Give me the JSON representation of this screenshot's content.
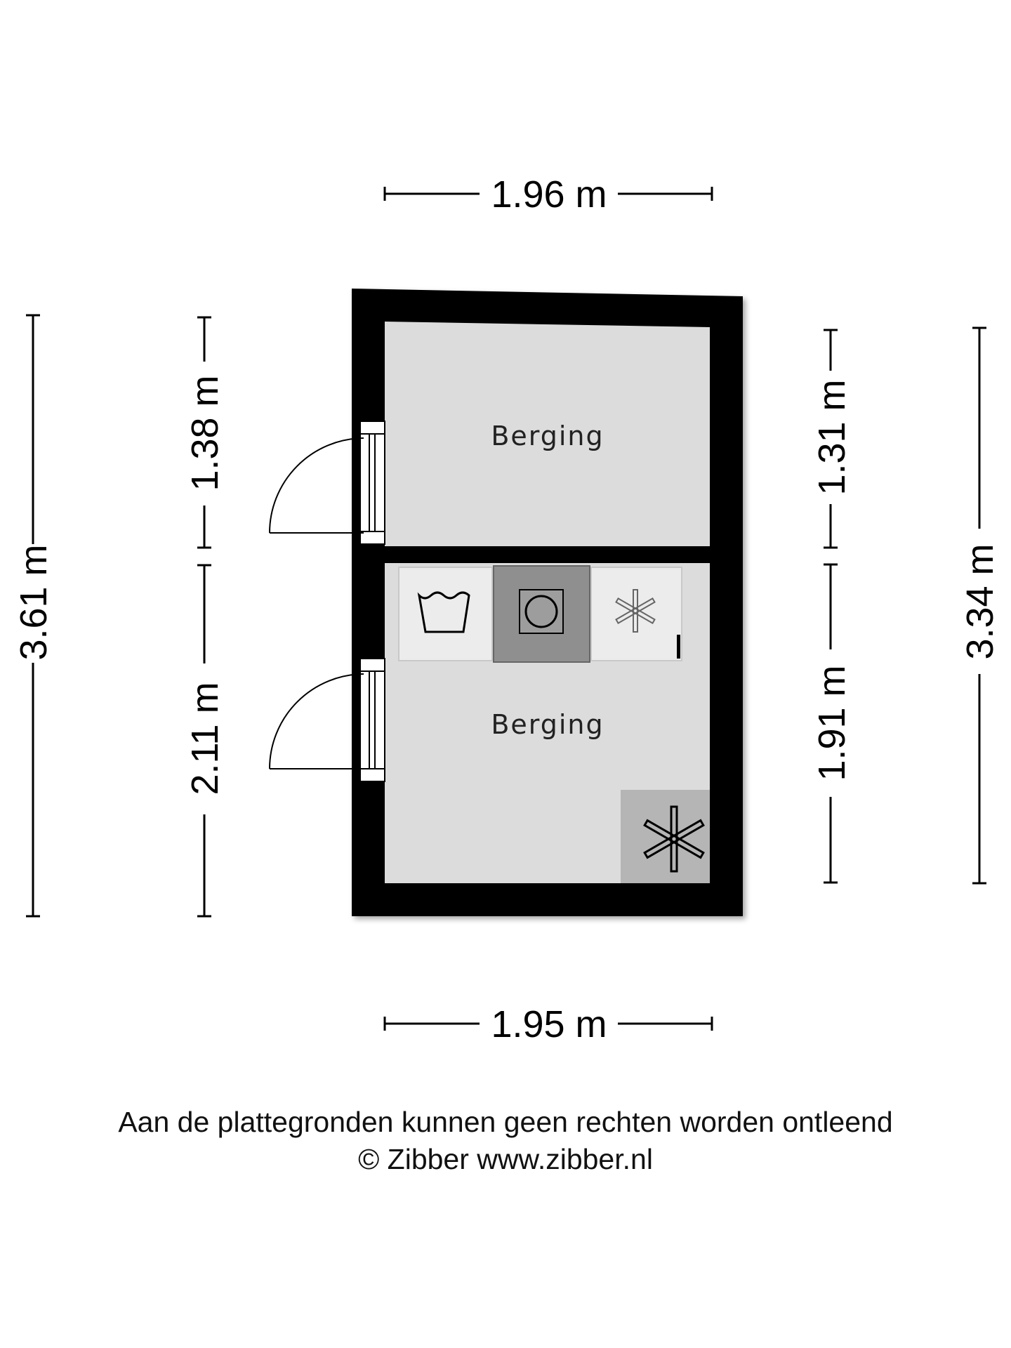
{
  "dimensions": {
    "top_width": "1.96 m",
    "bottom_width": "1.95 m",
    "left_total": "3.61 m",
    "left_upper": "1.38 m",
    "left_lower": "2.11 m",
    "right_upper": "1.31 m",
    "right_lower": "1.91 m",
    "right_total": "3.34 m"
  },
  "rooms": {
    "upper": {
      "label": "Berging"
    },
    "lower": {
      "label": "Berging"
    }
  },
  "fixtures": [
    "washing-machine-icon",
    "boiler-icon",
    "ventilation-icon",
    "heater-icon"
  ],
  "footer": {
    "line1": "Aan de plattegronden kunnen geen rechten worden ontleend",
    "line2": "© Zibber www.zibber.nl"
  },
  "colors": {
    "wall": "#000000",
    "floor": "#dcdcdc",
    "fixture_light": "#ececec",
    "fixture_dark": "#8f8f8f",
    "fixture_mid": "#b5b5b5"
  }
}
